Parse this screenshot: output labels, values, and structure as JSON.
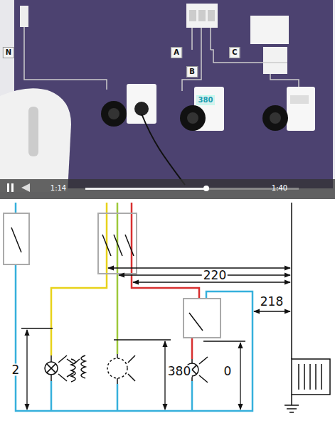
{
  "diagram": {
    "labels": [
      "N",
      "A",
      "B",
      "C",
      "380",
      "1:14",
      "1:40",
      "220",
      "218",
      "2",
      "380",
      "0"
    ]
  }
}
